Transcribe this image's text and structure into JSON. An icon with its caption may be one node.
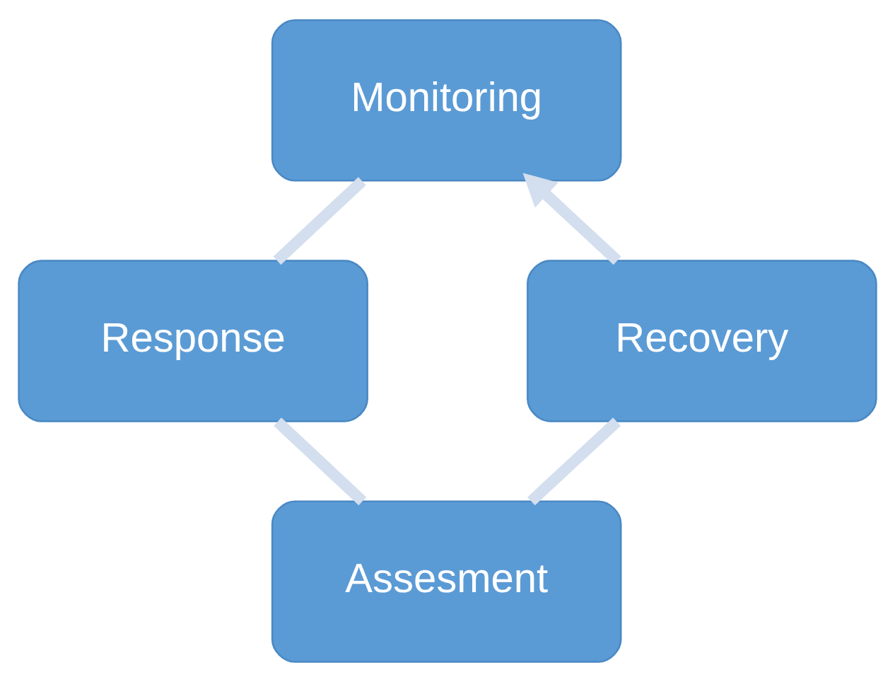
{
  "diagram": {
    "nodes": [
      {
        "text": [
          "Monitoring"
        ]
      },
      {
        "text": [
          "Response"
        ]
      },
      {
        "text": [
          "Assesment"
        ]
      },
      {
        "text": [
          "Recovery"
        ]
      }
    ],
    "edges": [
      {
        "from": 0,
        "to": 1,
        "arrow": "none"
      },
      {
        "from": 1,
        "to": 2,
        "arrow": "none"
      },
      {
        "from": 2,
        "to": 3,
        "arrow": "none"
      },
      {
        "from": 3,
        "to": 0,
        "arrow": "to"
      }
    ]
  }
}
